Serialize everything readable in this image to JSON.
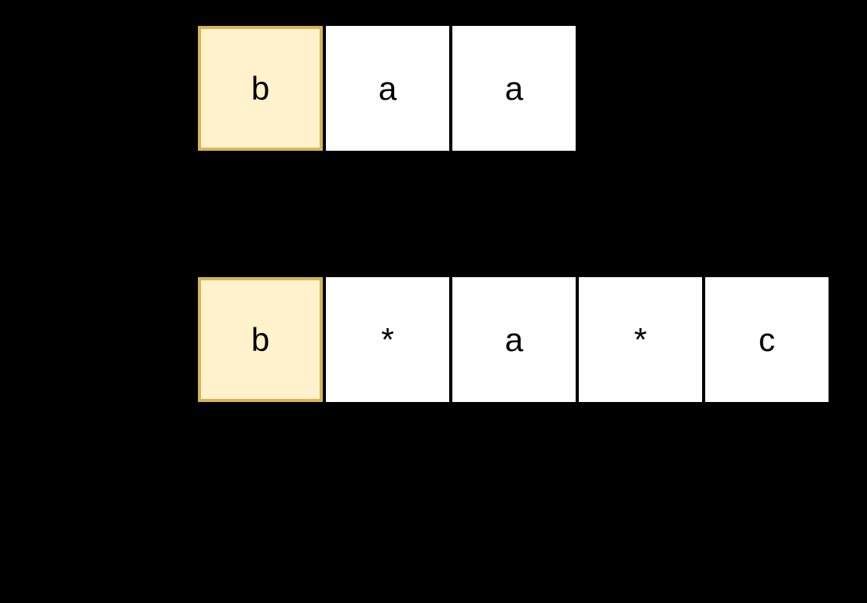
{
  "colors": {
    "background": "#000000",
    "cell_fill": "#FFFFFF",
    "highlight_fill": "#FFF2CC",
    "highlight_border": "#D6B656",
    "text": "#000000"
  },
  "rows": [
    {
      "id": "top",
      "cells": [
        {
          "label": "b",
          "highlighted": true
        },
        {
          "label": "a",
          "highlighted": false
        },
        {
          "label": "a",
          "highlighted": false
        }
      ]
    },
    {
      "id": "bottom",
      "cells": [
        {
          "label": "b",
          "highlighted": true
        },
        {
          "label": "*",
          "highlighted": false
        },
        {
          "label": "a",
          "highlighted": false
        },
        {
          "label": "*",
          "highlighted": false
        },
        {
          "label": "c",
          "highlighted": false
        }
      ]
    }
  ]
}
